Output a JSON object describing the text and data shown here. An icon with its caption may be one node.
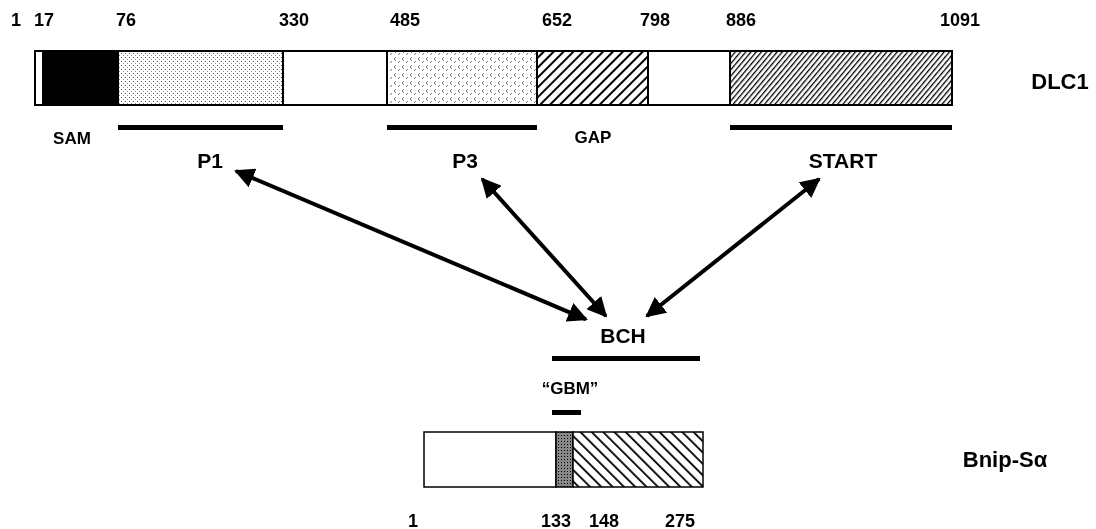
{
  "diagram": {
    "nodes": [
      {
        "text": [
          "P1"
        ]
      },
      {
        "text": [
          "P3"
        ]
      },
      {
        "text": [
          "START"
        ]
      },
      {
        "text": [
          "BCH"
        ]
      }
    ],
    "edges": [
      {
        "from": 0,
        "to": 3,
        "arrow": "both"
      },
      {
        "from": 1,
        "to": 3,
        "arrow": "both"
      },
      {
        "from": 2,
        "to": 3,
        "arrow": "both"
      }
    ],
    "labels": [
      "1",
      "17",
      "76",
      "330",
      "485",
      "652",
      "798",
      "886",
      "1091",
      "DLC1",
      "SAM",
      "GAP",
      "“GBM”",
      "Bnip-Sα",
      "1",
      "133",
      "148",
      "275"
    ]
  }
}
